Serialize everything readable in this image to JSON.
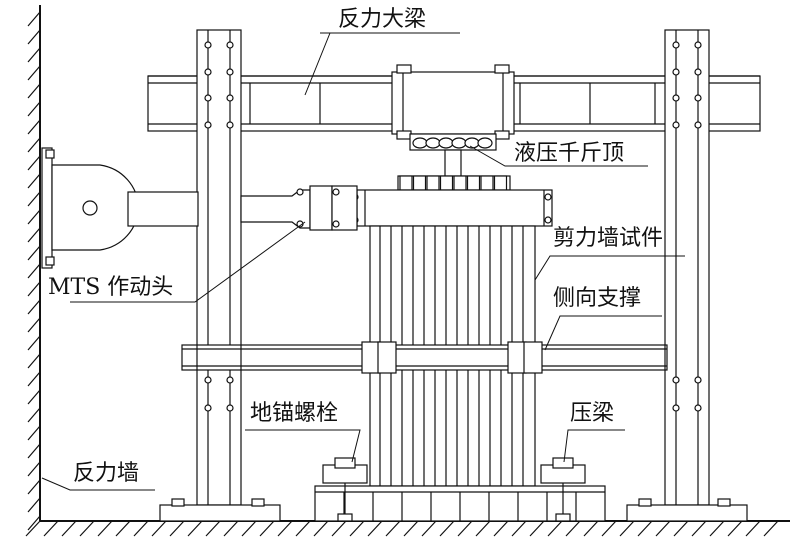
{
  "labels": {
    "reaction_beam": "反力大梁",
    "hydraulic_jack": "液压千斤顶",
    "shear_wall_specimen": "剪力墙试件",
    "mts_actuator": "MTS 作动头",
    "lateral_support": "侧向支撑",
    "ground_anchor_bolt": "地锚螺栓",
    "pressure_beam": "压梁",
    "reaction_wall": "反力墙"
  }
}
